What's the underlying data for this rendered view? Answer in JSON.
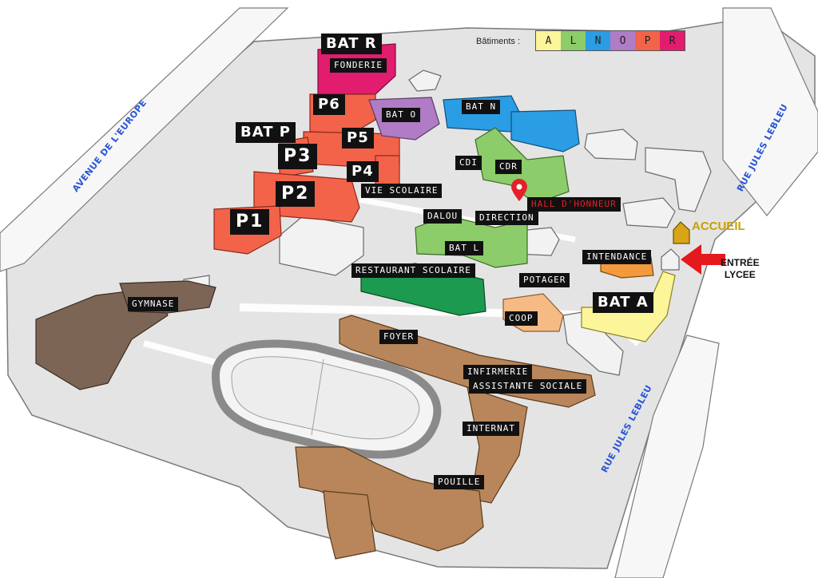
{
  "legend": {
    "title": "Bâtiments :",
    "items": [
      {
        "letter": "A",
        "color": "#fdf59a"
      },
      {
        "letter": "L",
        "color": "#8ccc6a"
      },
      {
        "letter": "N",
        "color": "#2a9de4"
      },
      {
        "letter": "O",
        "color": "#b07cc6"
      },
      {
        "letter": "P",
        "color": "#f2634a"
      },
      {
        "letter": "R",
        "color": "#e21c6f"
      }
    ]
  },
  "streets": {
    "avenue": "AVENUE DE L'EUROPE",
    "rue_top": "RUE JULES LEBLEU",
    "rue_bottom": "RUE JULES LEBLEU"
  },
  "labels": {
    "bat_r": "BAT R",
    "fonderie": "FONDERIE",
    "p6": "P6",
    "bat_o": "BAT O",
    "bat_n": "BAT N",
    "bat_p": "BAT P",
    "p5": "P5",
    "p3": "P3",
    "p4": "P4",
    "cdi": "CDI",
    "cdr": "CDR",
    "vie_scolaire": "VIE SCOLAIRE",
    "p2": "P2",
    "hall": "HALL D'HONNEUR",
    "p1": "P1",
    "dalou": "DALOU",
    "direction": "DIRECTION",
    "bat_l": "BAT L",
    "intendance": "INTENDANCE",
    "restaurant": "RESTAURANT SCOLAIRE",
    "potager": "POTAGER",
    "gymnase": "GYMNASE",
    "bat_a": "BAT A",
    "coop": "COOP",
    "foyer": "FOYER",
    "infirmerie": "INFIRMERIE",
    "assistante": "ASSISTANTE SOCIALE",
    "internat": "INTERNAT",
    "pouille": "POUILLE"
  },
  "accueil": "ACCUEIL",
  "entree": [
    "ENTRÉE",
    "LYCEE"
  ],
  "colors": {
    "ground": "#e4e4e4",
    "road": "#f7f7f7",
    "outline": "#7a7a7a",
    "gray_building": "#f2f2f2",
    "brown": "#b8865a",
    "brown_dark": "#7d6555",
    "orange": "#f39a3c",
    "peach": "#f6bb85",
    "green_dark": "#1c9a50",
    "accueil_yellow": "#d8a515",
    "arrow_red": "#e5181e",
    "hall_red": "#e5202a"
  }
}
